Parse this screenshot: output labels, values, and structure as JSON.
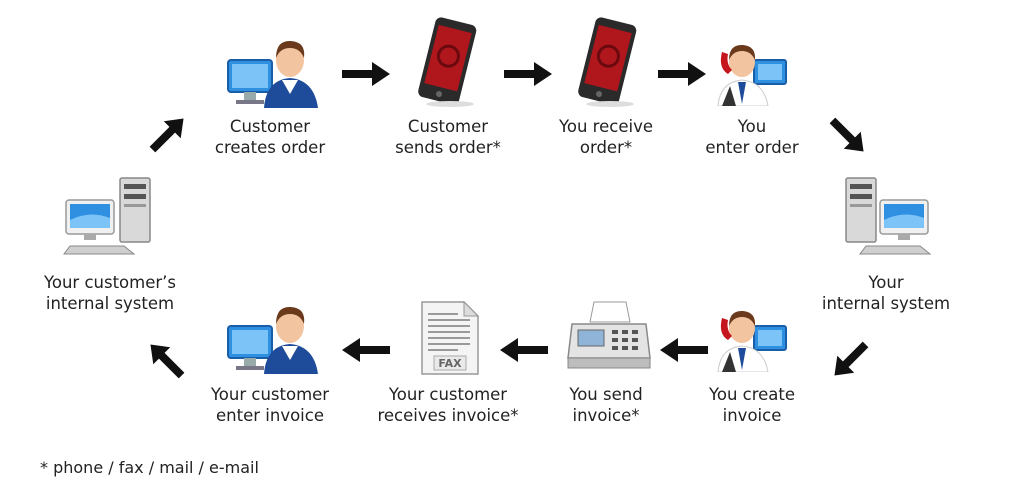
{
  "steps": [
    {
      "id": "customer-creates-order",
      "icon": "customer-computer-icon",
      "line1": "Customer",
      "line2": "creates order"
    },
    {
      "id": "customer-sends-order",
      "icon": "smartphone-icon",
      "line1": "Customer",
      "line2": "sends order*"
    },
    {
      "id": "you-receive-order",
      "icon": "smartphone-icon",
      "line1": "You receive",
      "line2": "order*"
    },
    {
      "id": "you-enter-order",
      "icon": "operator-phone-icon",
      "line1": "You",
      "line2": "enter order"
    },
    {
      "id": "your-internal-system",
      "icon": "computer-system-icon",
      "line1": "Your",
      "line2": "internal system"
    },
    {
      "id": "you-create-invoice",
      "icon": "operator-phone-icon",
      "line1": "You create",
      "line2": "invoice"
    },
    {
      "id": "you-send-invoice",
      "icon": "fax-machine-icon",
      "line1": "You send",
      "line2": "invoice*"
    },
    {
      "id": "customer-receives-invoice",
      "icon": "fax-document-icon",
      "line1": "Your customer",
      "line2": "receives invoice*"
    },
    {
      "id": "customer-enter-invoice",
      "icon": "customer-computer-icon",
      "line1": "Your customer",
      "line2": "enter invoice"
    },
    {
      "id": "customers-internal-system",
      "icon": "computer-system-icon",
      "line1": "Your customer’s",
      "line2": "internal system"
    }
  ],
  "fax_doc_label": "FAX",
  "footnote": "* phone / fax / mail / e-mail",
  "colors": {
    "arrow": "#111111",
    "skin": "#f2c4a0",
    "hair": "#6b3a1c",
    "shirt_blue": "#1f4c9a",
    "phone_red": "#b0171d",
    "phone_body": "#2a2a2a",
    "monitor_blue": "#2f8fe0",
    "tower_gray": "#d9d9d9"
  }
}
